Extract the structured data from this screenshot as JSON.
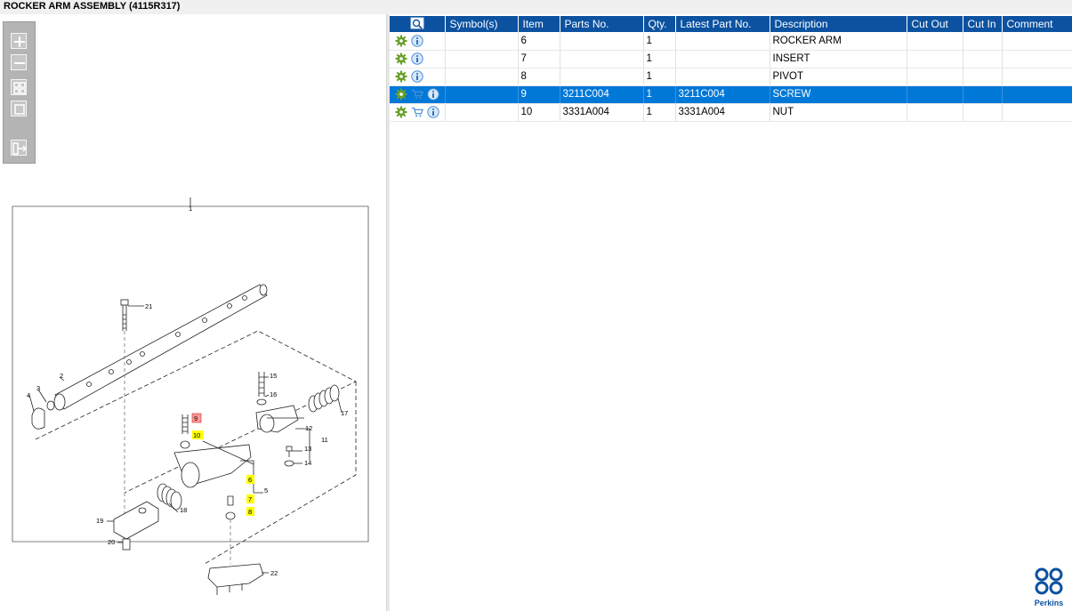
{
  "window": {
    "title": "ROCKER ARM ASSEMBLY (4115R317)"
  },
  "toolbar": {
    "zoom_in": "zoom-in-icon",
    "zoom_out": "zoom-out-icon",
    "fit": "fit-icon",
    "actual": "actual-size-icon",
    "export": "export-icon"
  },
  "diagram": {
    "callouts": [
      "1",
      "2",
      "3",
      "4",
      "5",
      "6",
      "7",
      "8",
      "9",
      "10",
      "11",
      "12",
      "13",
      "14",
      "15",
      "16",
      "17",
      "18",
      "19",
      "20",
      "21",
      "22"
    ],
    "highlight_color": "#ffff00",
    "selected_color": "#ff6666"
  },
  "table": {
    "headers": [
      "",
      "Symbol(s)",
      "Item",
      "Parts No.",
      "Qty.",
      "Latest Part No.",
      "Description",
      "Cut Out",
      "Cut In",
      "Comment"
    ],
    "rows": [
      {
        "item": "6",
        "part": "",
        "qty": "1",
        "latest": "",
        "desc": "ROCKER ARM",
        "cart": false,
        "selected": false
      },
      {
        "item": "7",
        "part": "",
        "qty": "1",
        "latest": "",
        "desc": "INSERT",
        "cart": false,
        "selected": false
      },
      {
        "item": "8",
        "part": "",
        "qty": "1",
        "latest": "",
        "desc": "PIVOT",
        "cart": false,
        "selected": false
      },
      {
        "item": "9",
        "part": "3211C004",
        "qty": "1",
        "latest": "3211C004",
        "desc": "SCREW",
        "cart": true,
        "selected": true
      },
      {
        "item": "10",
        "part": "3331A004",
        "qty": "1",
        "latest": "3331A004",
        "desc": "NUT",
        "cart": true,
        "selected": false
      }
    ]
  },
  "brand": {
    "name": "Perkins",
    "color": "#0c52a0"
  },
  "colors": {
    "header_bg": "#0c52a0",
    "selected_row": "#0078d7",
    "gear_green": "#6aa02a",
    "info_blue": "#4a90d9"
  }
}
